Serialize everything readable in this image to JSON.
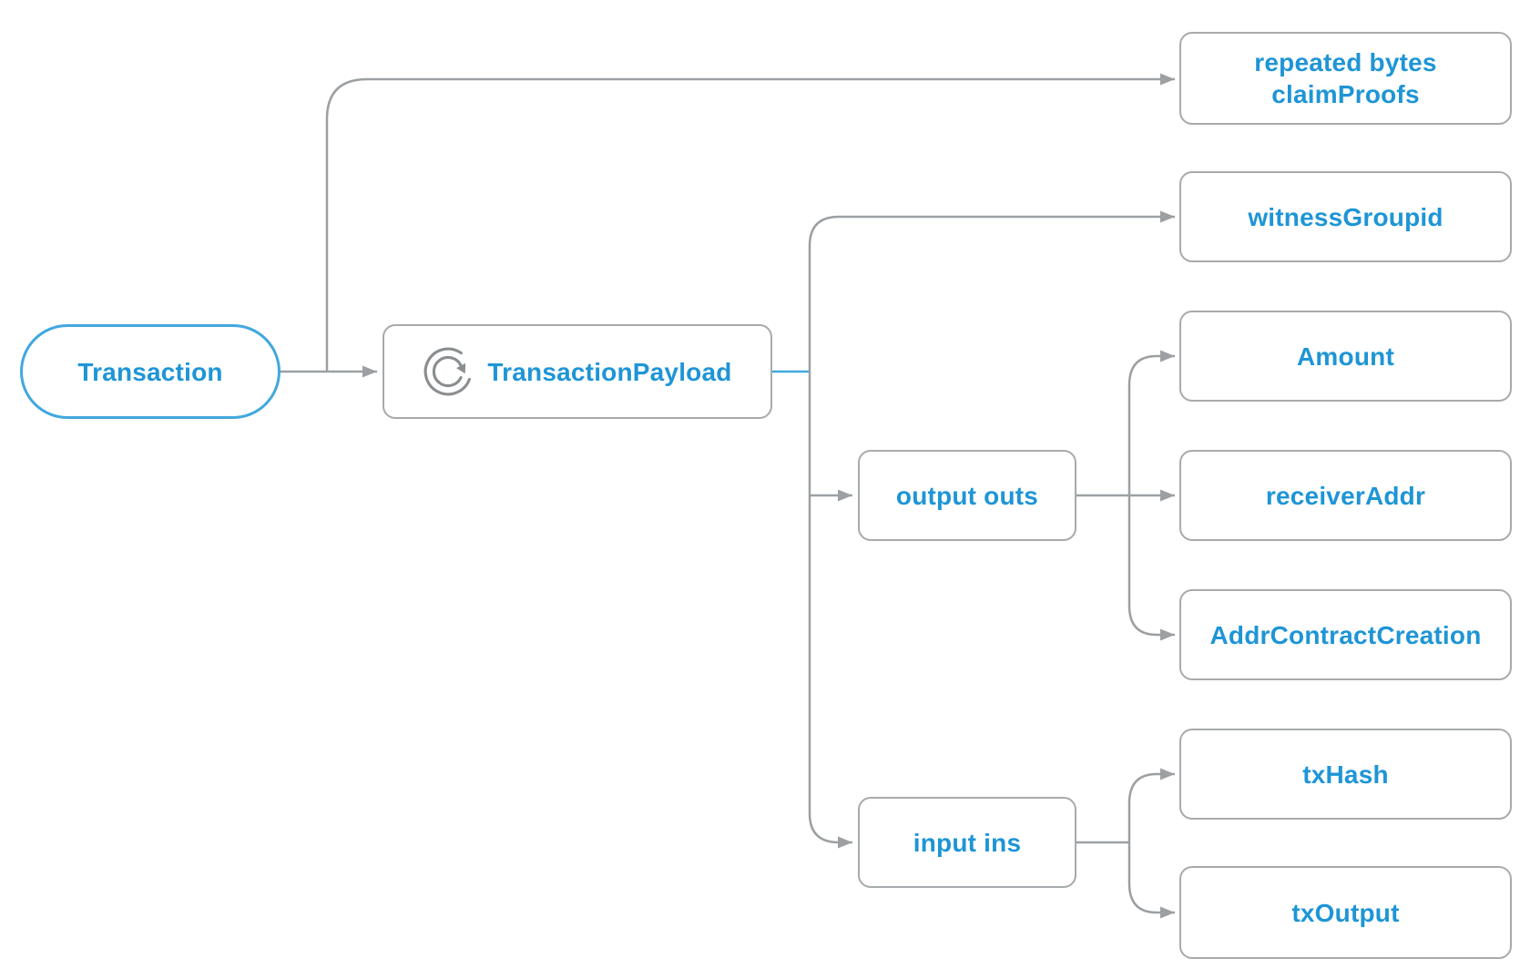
{
  "diagram": {
    "type": "message-structure-tree",
    "root": "Transaction",
    "colors": {
      "node_text": "#1e95d6",
      "highlight_border": "#41a8de",
      "highlight_edge": "#41a8de",
      "connector": "#9ca0a3",
      "box_border": "#a7aaac",
      "icon": "#8a8e91",
      "background": "#ffffff"
    }
  },
  "nodes": {
    "transaction": {
      "label": "Transaction",
      "shape": "pill"
    },
    "transaction_payload": {
      "label": "TransactionPayload",
      "shape": "box",
      "icon": "refresh-icon"
    },
    "claim_proofs": {
      "label": "repeated bytes\nclaimProofs",
      "shape": "box"
    },
    "witness_groupid": {
      "label": "witnessGroupid",
      "shape": "box"
    },
    "amount": {
      "label": "Amount",
      "shape": "box"
    },
    "receiver_addr": {
      "label": "receiverAddr",
      "shape": "box"
    },
    "addr_contract_creation": {
      "label": "AddrContractCreation",
      "shape": "box"
    },
    "output_outs": {
      "label": "output outs",
      "shape": "box"
    },
    "input_ins": {
      "label": "input ins",
      "shape": "box"
    },
    "tx_hash": {
      "label": "txHash",
      "shape": "box"
    },
    "tx_output": {
      "label": "txOutput",
      "shape": "box"
    }
  },
  "edges": [
    {
      "from": "transaction",
      "to": "transaction_payload",
      "highlight": false
    },
    {
      "from": "transaction",
      "to": "claim_proofs",
      "highlight": false
    },
    {
      "from": "transaction_payload",
      "to": "witness_groupid",
      "highlight": false
    },
    {
      "from": "transaction_payload",
      "to": "output_outs",
      "highlight": false
    },
    {
      "from": "transaction_payload",
      "to": "input_ins",
      "highlight": false
    },
    {
      "from": "transaction_payload",
      "to": "branch_trunk",
      "highlight": true
    },
    {
      "from": "output_outs",
      "to": "amount",
      "highlight": false
    },
    {
      "from": "output_outs",
      "to": "receiver_addr",
      "highlight": false
    },
    {
      "from": "output_outs",
      "to": "addr_contract_creation",
      "highlight": false
    },
    {
      "from": "input_ins",
      "to": "tx_hash",
      "highlight": false
    },
    {
      "from": "input_ins",
      "to": "tx_output",
      "highlight": false
    }
  ]
}
